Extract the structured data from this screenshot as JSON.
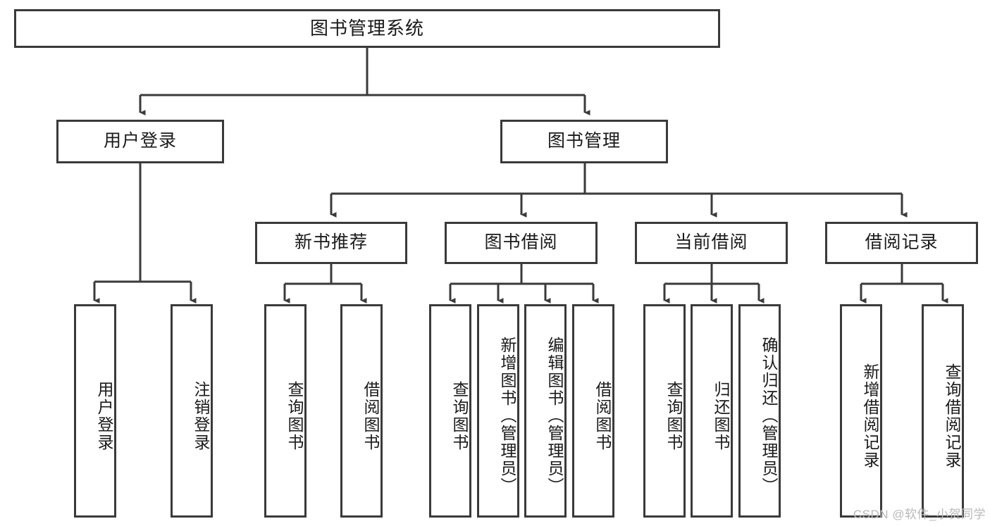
{
  "diagram": {
    "title": "图书管理系统",
    "type": "tree",
    "watermark": "CSDN @软件_小贺同学",
    "colors": {
      "stroke": "#3a3a3a",
      "fill": "#ffffff",
      "text": "#1a1a1a",
      "watermark": "#b9b9b9"
    },
    "root": {
      "label": "图书管理系统"
    },
    "level2": [
      {
        "label": "用户登录"
      },
      {
        "label": "图书管理"
      }
    ],
    "level3": [
      {
        "label": "新书推荐"
      },
      {
        "label": "图书借阅"
      },
      {
        "label": "当前借阅"
      },
      {
        "label": "借阅记录"
      }
    ],
    "leaves": {
      "user_login": [
        {
          "label": "用户登录"
        },
        {
          "label": "注销登录"
        }
      ],
      "new_book_recommend": [
        {
          "label": "查询图书"
        },
        {
          "label": "借阅图书"
        }
      ],
      "book_borrow": [
        {
          "label": "查询图书"
        },
        {
          "label": "新增图书（管理员）"
        },
        {
          "label": "编辑图书（管理员）"
        },
        {
          "label": "借阅图书"
        }
      ],
      "current_borrow": [
        {
          "label": "查询图书"
        },
        {
          "label": "归还图书"
        },
        {
          "label": "确认归还（管理员）"
        }
      ],
      "borrow_record": [
        {
          "label": "新增借阅记录"
        },
        {
          "label": "查询借阅记录"
        }
      ]
    }
  }
}
